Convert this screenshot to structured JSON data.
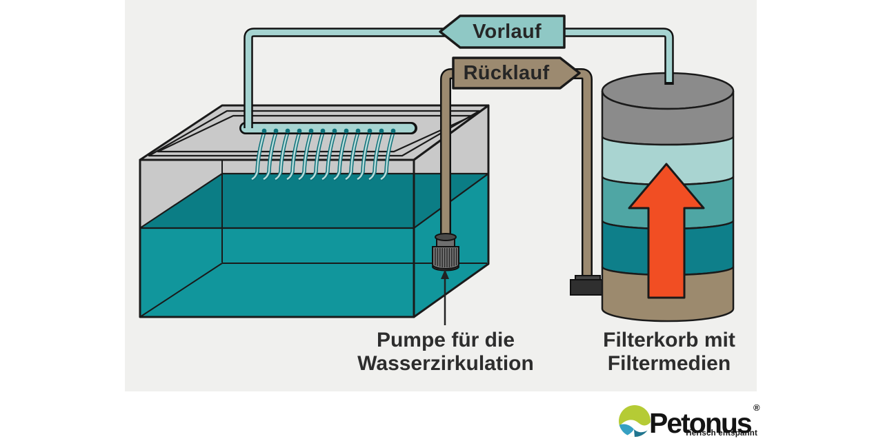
{
  "diagram": {
    "type": "aquarium-external-filter-circulation",
    "flow_labels": {
      "supply": "Vorlauf",
      "return": "Rücklauf"
    },
    "pump_caption": [
      "Pumpe für die",
      "Wasserzirkulation"
    ],
    "filter_caption": [
      "Filterkorb mit",
      "Filtermedien"
    ],
    "components": [
      "aquarium-tank",
      "spray-bar",
      "circulation-pump",
      "return-pipe",
      "supply-pipe",
      "filter-canister"
    ],
    "filter_media_layers_top_to_bottom": [
      "lid-gray",
      "fine-media-light-teal",
      "medium-media-teal",
      "coarse-media-dark-teal",
      "base-media-brown"
    ],
    "flow_direction_in_filter": "up",
    "spray_nozzle_count": 12
  },
  "logo": {
    "brand": "Petonus",
    "registered_mark": "®",
    "tagline": "Tierisch entspannt"
  },
  "colors": {
    "panel": "#f0f0ee",
    "glass": "#c9c9c9",
    "water": "#11969c",
    "water_surface": "#0b7d85",
    "stream_light": "#b9dcda",
    "stream_dark": "#0b6f78",
    "pipe_supply": "#a6d4d1",
    "pipe_return": "#9c8a70",
    "banner_supply": "#8fc8c5",
    "banner_return": "#9c8a70",
    "media_gray": "#8b8b8b",
    "media_light_teal": "#a9d4d1",
    "media_teal": "#4fa6a4",
    "media_dark_teal": "#0e7f8a",
    "media_brown": "#9c8a6e",
    "flow_arrow": "#f14e23",
    "outline": "#1a1a1a",
    "pump_gray": "#757575",
    "text": "#2d2d2d",
    "logo_green": "#b5cb35",
    "logo_blue": "#36a0c3",
    "logo_dark_blue": "#20758f"
  }
}
